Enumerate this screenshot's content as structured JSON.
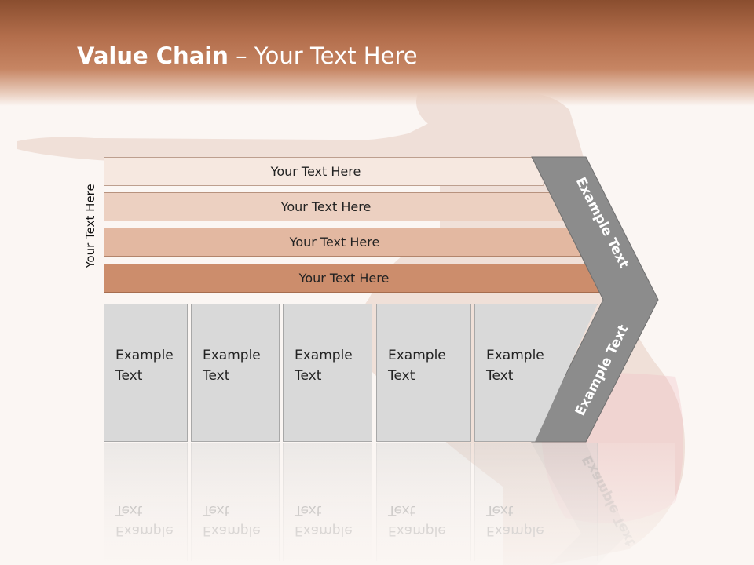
{
  "slide": {
    "title_bold": "Value Chain",
    "title_rest": " – Your Text Here",
    "side_label": "Your Text Here"
  },
  "bars": [
    {
      "label": "Your Text Here",
      "color": "#f6e8e0"
    },
    {
      "label": "Your Text Here",
      "color": "#ecd0c1"
    },
    {
      "label": "Your Text Here",
      "color": "#e3b8a1"
    },
    {
      "label": "Your Text Here",
      "color": "#cc8d6c"
    }
  ],
  "boxes": [
    {
      "line1": "Example",
      "line2": "Text"
    },
    {
      "line1": "Example",
      "line2": "Text"
    },
    {
      "line1": "Example",
      "line2": "Text"
    },
    {
      "line1": "Example",
      "line2": "Text"
    },
    {
      "line1": "Example",
      "line2": "Text"
    }
  ],
  "chevron": {
    "upper_label": "Example Text",
    "lower_label": "Example Text",
    "color": "#8c8c8c"
  }
}
